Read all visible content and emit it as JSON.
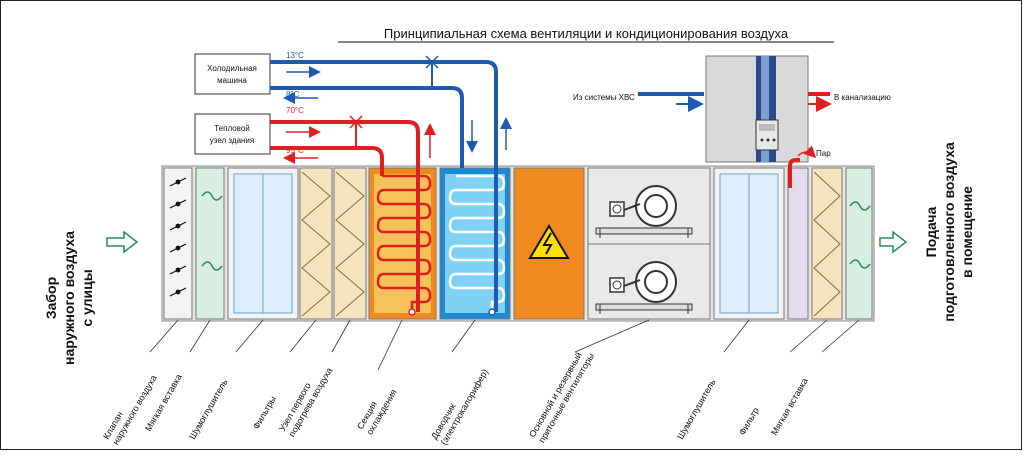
{
  "title": "Принципиальная схема вентиляции и кондиционирования воздуха",
  "intake_label": [
    "Забор",
    "наружного воздуха",
    "с улицы"
  ],
  "supply_label": [
    "Подача",
    "подготовленного воздуха",
    "в помещение"
  ],
  "chiller": [
    "Холодильная",
    "машина"
  ],
  "heat_node": [
    "Тепловой",
    "узел здания"
  ],
  "temps": {
    "cold_supply": "13°C",
    "cold_return": "8°C",
    "hot_supply": "70°C",
    "hot_return": "95°C"
  },
  "humidifier": {
    "water_in": "Из системы ХВС",
    "drain": "В канализацию",
    "steam": "Пар"
  },
  "components": [
    [
      "Клапан",
      "наружного воздуха"
    ],
    [
      "Мягкая вставка"
    ],
    [
      "Шумоглушитель"
    ],
    [
      "Фильтры"
    ],
    [
      "Узел первого",
      "подогрева воздуха"
    ],
    [
      "Секция",
      "охлаждения"
    ],
    [
      "Доводчик",
      "(электрокалорифер)"
    ],
    [
      "Основной и резервный",
      "приточные вентиляторы"
    ],
    [
      "Шумоглушитель"
    ],
    [
      "Фильтр"
    ],
    [
      "Мягкая вставка"
    ]
  ],
  "colors": {
    "cold": "#1e5bb0",
    "hot": "#e02020",
    "orange": "#f08a1e",
    "cooling_bg": "#3aa7e6",
    "heater_bg": "#f6c35a",
    "soft": "#d9efe4",
    "filter": "#dcefff",
    "silencer": "#f6e4c0"
  }
}
